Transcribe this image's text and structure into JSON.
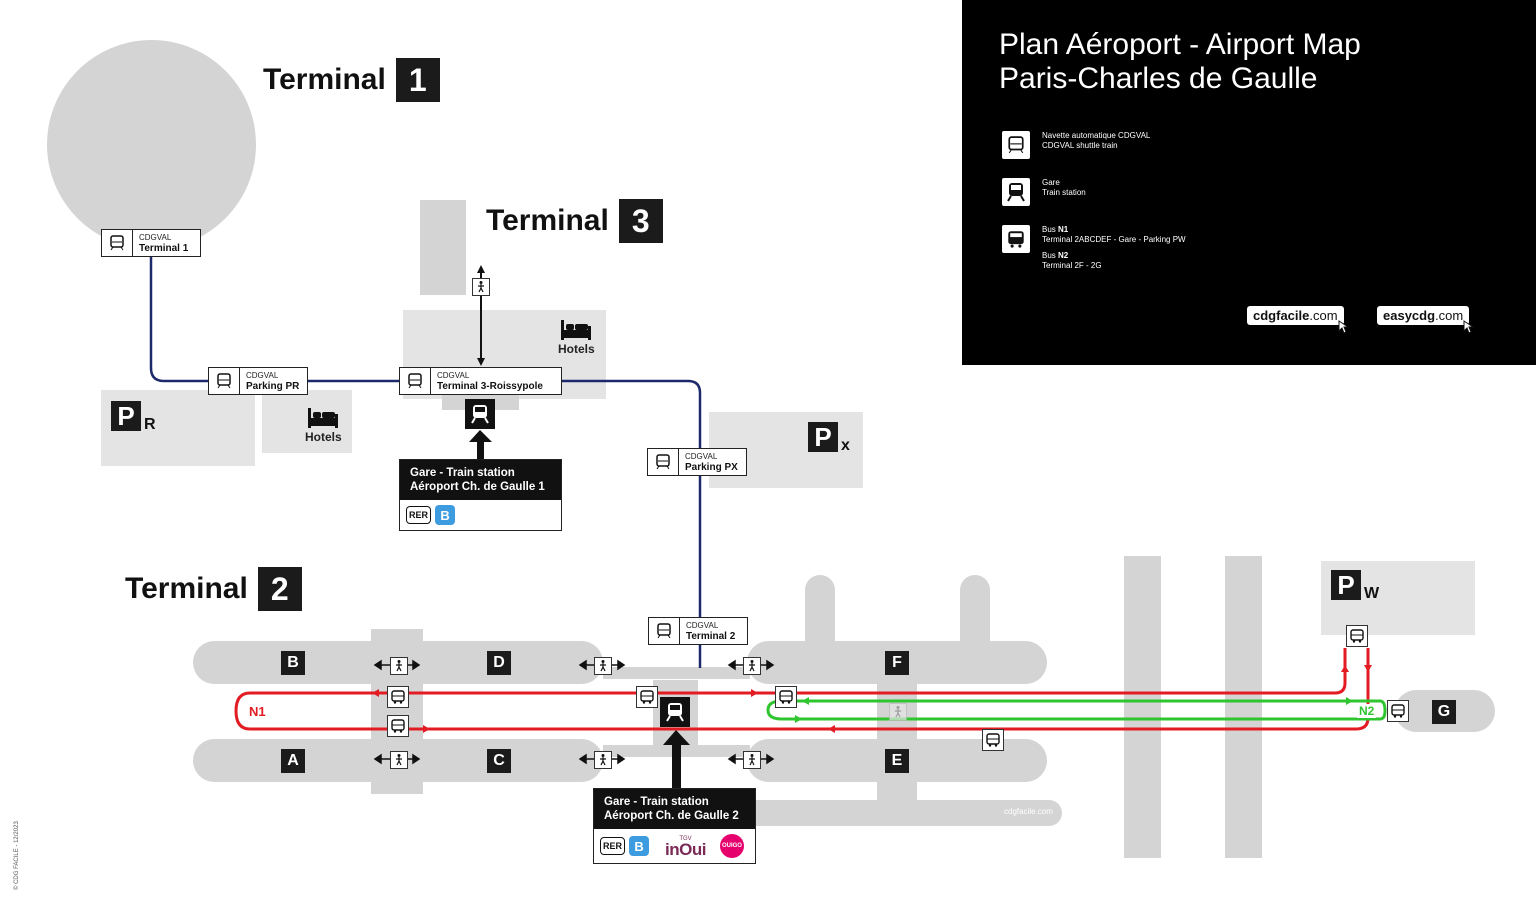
{
  "legend": {
    "title_line1": "Plan Aéroport - Airport Map",
    "title_line2": "Paris-Charles de Gaulle",
    "cdgval_fr": "Navette automatique CDGVAL",
    "cdgval_en": "CDGVAL shuttle train",
    "gare_fr": "Gare",
    "gare_en": "Train station",
    "bus_n1_label": "Bus",
    "bus_n1_code": "N1",
    "bus_n1_desc": "Terminal 2ABCDEF - Gare - Parking PW",
    "bus_n2_label": "Bus",
    "bus_n2_code": "N2",
    "bus_n2_desc": "Terminal 2F - 2G",
    "site1_bold": "cdgfacile",
    "site1_tld": ".com",
    "site2_bold": "easycdg",
    "site2_tld": ".com"
  },
  "terminals": {
    "t1_label": "Terminal",
    "t1_num": "1",
    "t2_label": "Terminal",
    "t2_num": "2",
    "t3_label": "Terminal",
    "t3_num": "3"
  },
  "cdgval_stops": {
    "prefix": "CDGVAL",
    "terminal1": "Terminal 1",
    "parking_pr": "Parking PR",
    "terminal3": "Terminal 3-Roissypole",
    "parking_px": "Parking PX",
    "terminal2": "Terminal 2"
  },
  "parkings": {
    "p": "P",
    "r": "R",
    "x": "x",
    "w": "W"
  },
  "hotels": {
    "label": "Hotels"
  },
  "stations": {
    "cdg1_line1": "Gare - Train station",
    "cdg1_line2": "Aéroport Ch. de Gaulle 1",
    "cdg2_line1": "Gare - Train station",
    "cdg2_line2": "Aéroport Ch. de Gaulle 2",
    "rer": "RER",
    "line_b": "B",
    "tgv": "TGV",
    "inoui": "inOui",
    "ouigo": "OUIGO"
  },
  "gates": [
    "A",
    "B",
    "C",
    "D",
    "E",
    "F",
    "G"
  ],
  "bus_lines": {
    "n1": "N1",
    "n2": "N2"
  },
  "watermark": "cdgfacile.com",
  "copyright": "© CDG FACILE - 12/2023",
  "colors": {
    "cdgval_line": "#1c2a6b",
    "bus_n1": "#e31b23",
    "bus_n2": "#2ec52e",
    "building": "#d4d4d4",
    "zone": "#e4e4e4"
  }
}
